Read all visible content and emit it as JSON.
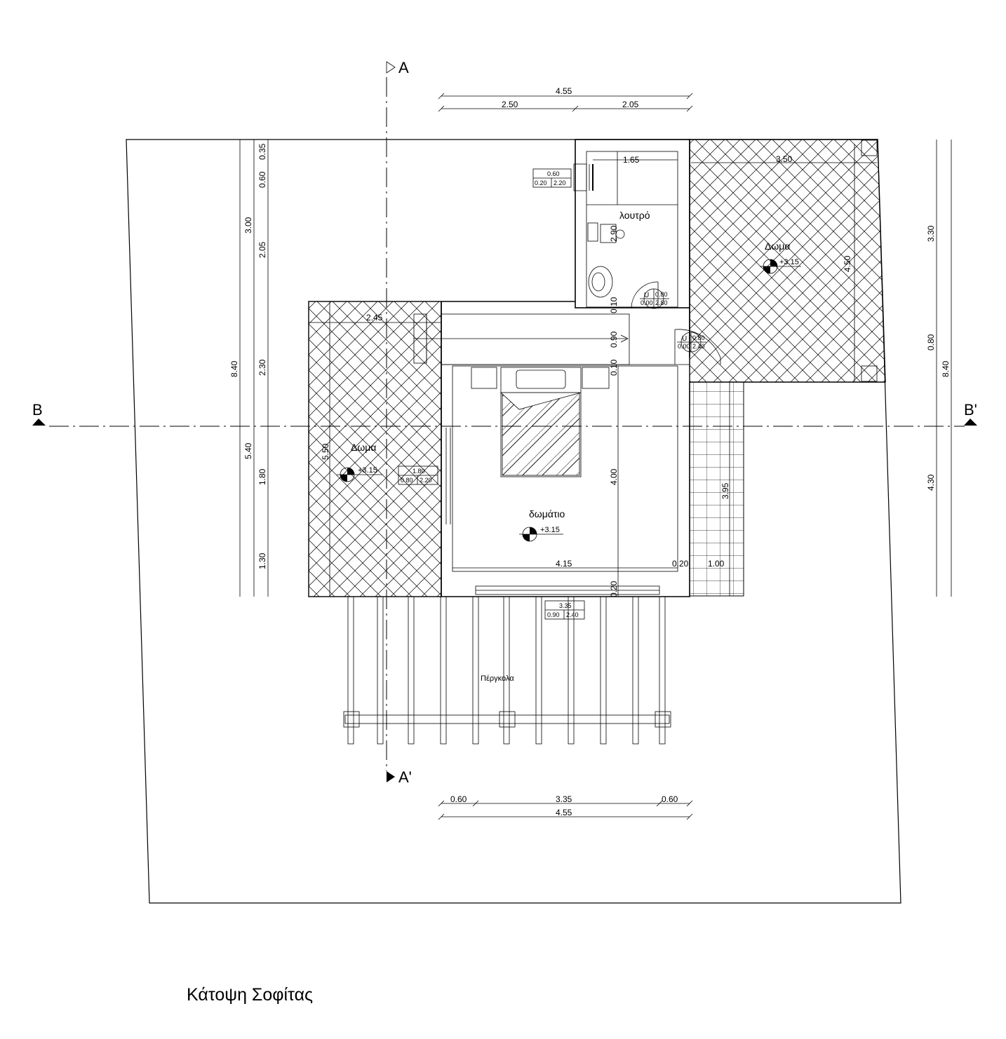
{
  "title": "Κάτοψη Σοφίτας",
  "sections": {
    "a": "A",
    "a_prime": "A'",
    "b": "B",
    "b_prime": "B'"
  },
  "rooms": {
    "bath": "λουτρό",
    "bedroom": "δωμάτιο",
    "terrace_left": "Δωμα",
    "terrace_right": "Δωμα",
    "pergola": "Πέργκολα"
  },
  "levels": {
    "bedroom": "+3.15",
    "terrace_left": "+3.15",
    "terrace_right": "+3.15"
  },
  "dimensions": {
    "top_total": "4.55",
    "top_a": "2.50",
    "top_b": "2.05",
    "bottom_a": "0.60",
    "bottom_b": "3.35",
    "bottom_c": "0.60",
    "bottom_total": "4.55",
    "left_total": "8.40",
    "left_b1": "3.00",
    "left_b2": "5.40",
    "left_c1": "0.35",
    "left_c2": "0.60",
    "left_c3": "2.05",
    "left_c4": "2.30",
    "left_c5": "1.80",
    "left_c6": "1.30",
    "right_total": "8.40",
    "right_a": "3.30",
    "right_b": "0.80",
    "right_c": "4.30",
    "bath_w": "1.65",
    "bath_h": "2.90",
    "terr_r_w": "3.50",
    "terr_r_h": "4.50",
    "terr_l_w": "2.45",
    "terr_l_h": "5.50",
    "stair_a": "0.10",
    "stair_b": "0.90",
    "stair_c": "0.10",
    "room_w": "4.15",
    "room_h": "4.00",
    "wall_r": "0.20",
    "wall_b": "0.20",
    "ext_w": "1.00",
    "ext_h": "3.95"
  },
  "windows": {
    "w1": [
      "0.60",
      "0.20",
      "2.20"
    ],
    "w2": [
      "1.80",
      "0.80",
      "2.20"
    ],
    "w3": [
      "3.35",
      "0.90",
      "2.40"
    ]
  },
  "doors": {
    "d1": [
      "U",
      "0.80",
      "0.00",
      "2.80"
    ],
    "d2": [
      "U",
      "0.80",
      "0.00",
      "2.40"
    ]
  }
}
